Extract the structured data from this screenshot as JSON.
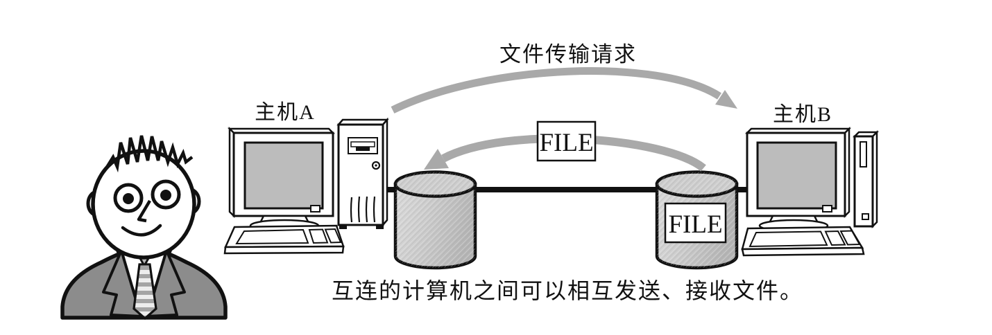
{
  "labels": {
    "request": "文件传输请求",
    "host_a": "主机A",
    "host_b": "主机B",
    "file_transfer": "FILE",
    "file_stored": "FILE",
    "caption": "互连的计算机之间可以相互发送、接收文件。"
  },
  "colors": {
    "background": "#ffffff",
    "outline": "#111111",
    "arrow_gray": "#a9a9a9",
    "screen_gray": "#bcbcbc",
    "cylinder_light": "#dadada",
    "cylinder_dark": "#b4b4b4",
    "suit_gray": "#8c8c8c"
  },
  "icons": {
    "user": "person-figure",
    "host_a": "desktop-computer-icon",
    "host_b": "desktop-computer-icon",
    "disk_a": "storage-cylinder-icon",
    "disk_b": "storage-cylinder-icon",
    "request_arrow": "curved-arrow-right-icon",
    "file_arrow": "curved-arrow-left-icon",
    "network_link": "network-line"
  }
}
